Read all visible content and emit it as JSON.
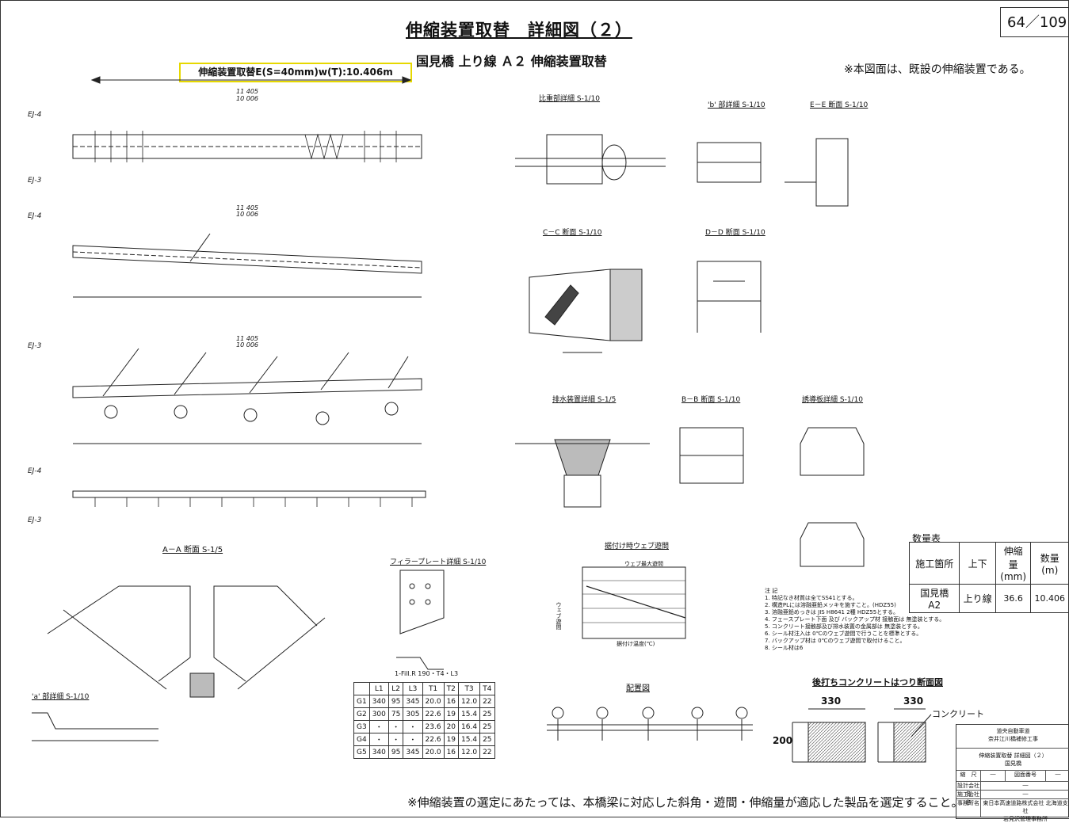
{
  "page": {
    "title": "伸縮装置取替　詳細図（２）",
    "page_number": "64／109",
    "subtitle": "国見橋 上り線 Ａ２ 伸縮装置取替",
    "note": "※本図面は、既設の伸縮装置である。",
    "highlight_label": "伸縮装置取替E(S=40mm)w(T):10.406m",
    "footer_note": "※伸縮装置の選定にあたっては、本橋梁に対応した斜角・遊間・伸縮量が適応した製品を選定すること。"
  },
  "labels": {
    "ej4": "EJ-4",
    "ej3": "EJ-3",
    "dim_11405": "11 405",
    "dim_10006": "10 006",
    "section_aa": "A－A 断面 S-1/5",
    "detail_splice": "比重部詳細 S-1/10",
    "detail_b": "'b' 部詳細 S-1/10",
    "section_ee": "E－E 断面 S-1/10",
    "section_cc": "C－C 断面 S-1/10",
    "section_dd": "D－D 断面 S-1/10",
    "detail_drain": "排水装置詳細 S-1/5",
    "section_bb": "B－B 断面 S-1/10",
    "detail_plate": "誘導板詳細 S-1/10",
    "web_gap": "据付け時ウェブ遊間",
    "filler_detail": "フィラープレート詳細 S-1/10",
    "filler_formula": "1-Fill.R 190・T4・L3",
    "layout": "配置図",
    "a_detail": "'a' 部詳細 S-1/10",
    "concrete_title": "後打ちコンクリートはつり断面図",
    "concrete_label": "コンクリート",
    "dim330a": "330",
    "dim330b": "330",
    "dim200": "200",
    "graph_ylabel": "ウェブ遊間",
    "graph_xlabel": "据付け温度(℃)",
    "graph_legend": "ウェブ最大遊間"
  },
  "notes": [
    "注 記",
    "1. 特記なき材質は全てSS41とする。",
    "2. 構造PLには溶融亜鉛メッキを施すこと。(HDZ55)",
    "3. 溶融亜鉛めっきは JIS H8641 2種 HDZ55とする。",
    "4. フェースプレート下面 及び バックアップ材 接触面は 無塗装とする。",
    "5. コンクリート接触部及び排水装置の金属部は 無塗装とする。",
    "6. シール材注入は 0℃のウェブ遊間で行うことを標準とする。",
    "7. バックアップ材は 0℃のウェブ遊間で取付けること。",
    "8. シール材は6"
  ],
  "quantity": {
    "title": "数量表",
    "headers": [
      "施工箇所",
      "上下",
      "伸縮量\n(mm)",
      "数量\n(m)"
    ],
    "row": [
      "国見橋\nA2",
      "上り線",
      "36.6",
      "10.406"
    ]
  },
  "filler_table": {
    "headers": [
      "",
      "L1",
      "L2",
      "L3",
      "T1",
      "T2",
      "T3",
      "T4"
    ],
    "rows": [
      [
        "G1",
        "340",
        "95",
        "345",
        "20.0",
        "16",
        "12.0",
        "22"
      ],
      [
        "G2",
        "300",
        "75",
        "305",
        "22.6",
        "19",
        "15.4",
        "25"
      ],
      [
        "G3",
        "・",
        "・",
        "・",
        "23.6",
        "20",
        "16.4",
        "25"
      ],
      [
        "G4",
        "・",
        "・",
        "・",
        "22.6",
        "19",
        "15.4",
        "25"
      ],
      [
        "G5",
        "340",
        "95",
        "345",
        "20.0",
        "16",
        "12.0",
        "22"
      ]
    ]
  },
  "title_block": {
    "org": "道央自動車道\n奈井江川橋補修工事",
    "drawing": "伸縮装置取替 詳細図（２）\n国見橋",
    "scale_label": "縮　尺",
    "scale": "―",
    "no_label": "図面番号",
    "no": "―",
    "company1": "設計会社名",
    "company1_val": "―",
    "company2": "施工会社名",
    "company2_val": "―",
    "office_label": "事務所名",
    "office": "東日本高速道路株式会社 北海道支社\n岩見沢管理事務所"
  }
}
